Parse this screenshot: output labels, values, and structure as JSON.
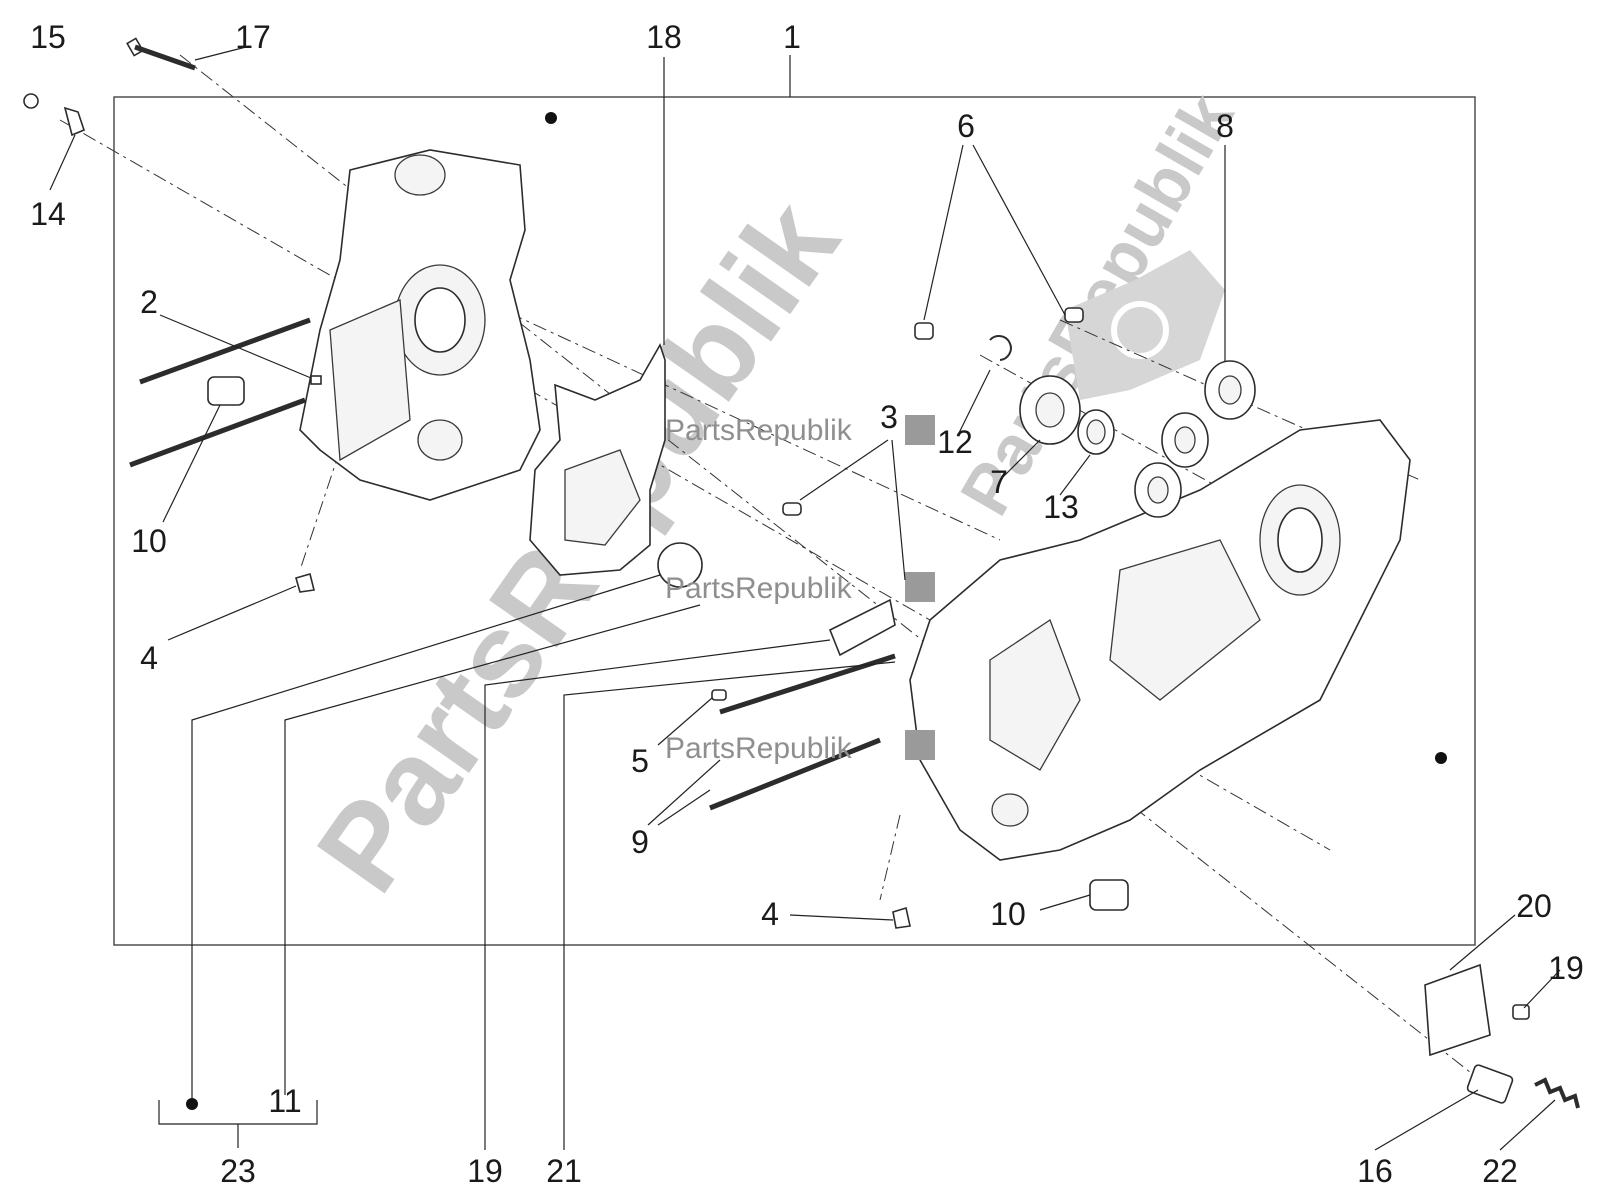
{
  "diagram": {
    "callouts": [
      {
        "id": "c15",
        "label": "15"
      },
      {
        "id": "c17",
        "label": "17"
      },
      {
        "id": "c18",
        "label": "18"
      },
      {
        "id": "c1",
        "label": "1"
      },
      {
        "id": "c14",
        "label": "14"
      },
      {
        "id": "c6",
        "label": "6"
      },
      {
        "id": "c8",
        "label": "8"
      },
      {
        "id": "c2a",
        "label": "2"
      },
      {
        "id": "c3",
        "label": "3"
      },
      {
        "id": "c12",
        "label": "12"
      },
      {
        "id": "c7",
        "label": "7"
      },
      {
        "id": "c13",
        "label": "13"
      },
      {
        "id": "c10a",
        "label": "10"
      },
      {
        "id": "c4a",
        "label": "4"
      },
      {
        "id": "c5",
        "label": "5"
      },
      {
        "id": "c9",
        "label": "9"
      },
      {
        "id": "c4b",
        "label": "4"
      },
      {
        "id": "c10b",
        "label": "10"
      },
      {
        "id": "c20",
        "label": "20"
      },
      {
        "id": "c19a",
        "label": "19"
      },
      {
        "id": "c11",
        "label": "11"
      },
      {
        "id": "c23",
        "label": "23"
      },
      {
        "id": "c19b",
        "label": "19"
      },
      {
        "id": "c21",
        "label": "21"
      },
      {
        "id": "c16",
        "label": "16"
      },
      {
        "id": "c22",
        "label": "22"
      }
    ],
    "watermark": {
      "large_text": "PartsRepublik",
      "small_text": "PartsRepublik"
    }
  }
}
